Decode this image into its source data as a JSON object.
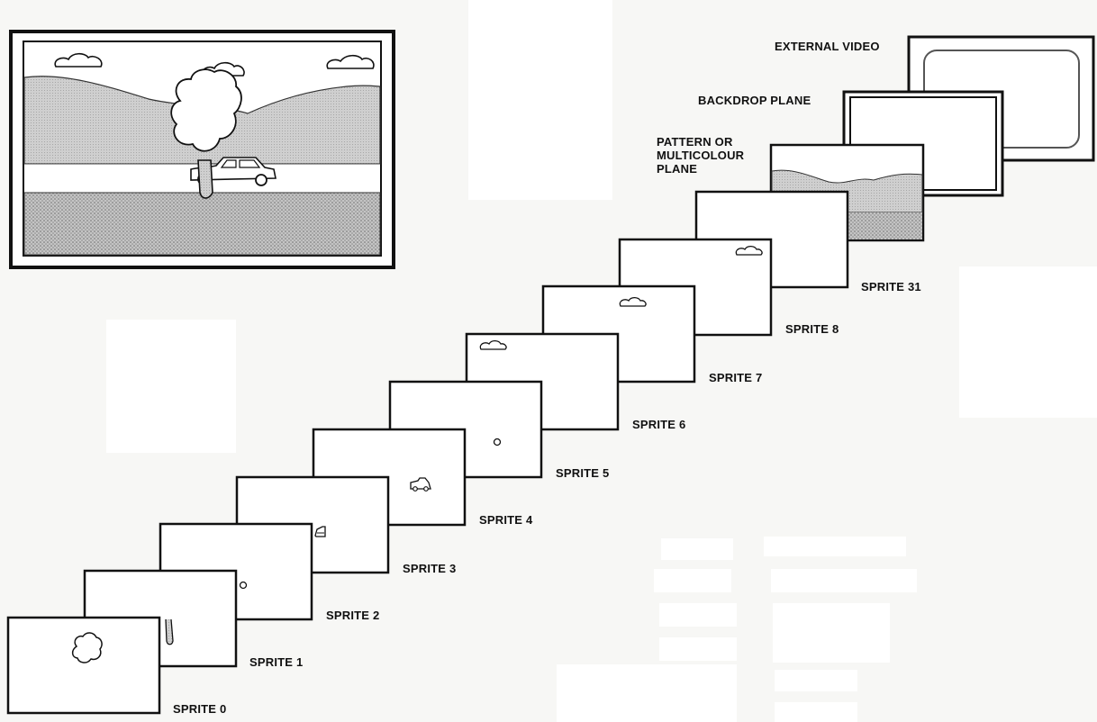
{
  "labels": {
    "external_video": "EXTERNAL VIDEO",
    "backdrop_plane": "BACKDROP PLANE",
    "pattern_plane_line1": "PATTERN OR",
    "pattern_plane_line2": "MULTICOLOUR",
    "pattern_plane_line3": "PLANE",
    "sprites": [
      "SPRITE 0",
      "SPRITE 1",
      "SPRITE 2",
      "SPRITE 3",
      "SPRITE 4",
      "SPRITE 5",
      "SPRITE 6",
      "SPRITE 7",
      "SPRITE 8",
      "SPRITE 31"
    ]
  },
  "colors": {
    "background": "#f7f7f5",
    "outline": "#111111",
    "hills": "#c9c9c9",
    "ground": "#b5b5b5"
  }
}
